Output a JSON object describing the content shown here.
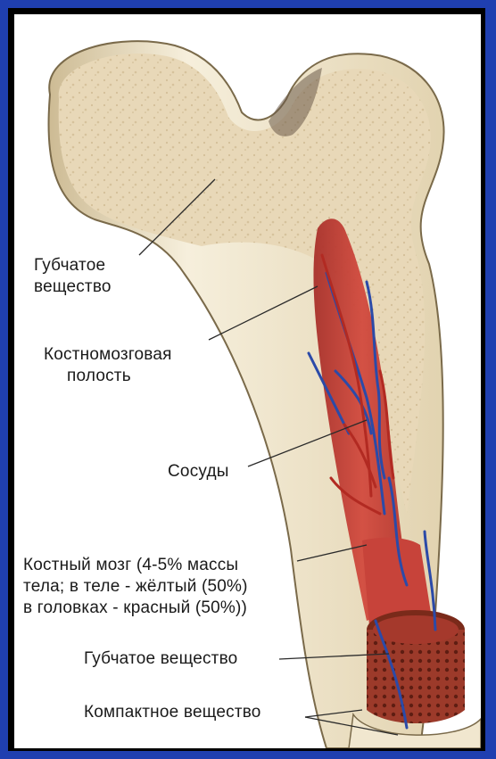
{
  "labels": {
    "spongy_top_line1": "Губчатое",
    "spongy_top_line2": "вещество",
    "cavity_line1": "Костномозговая",
    "cavity_line2": "полость",
    "vessels": "Сосуды",
    "marrow_line1": "Костный мозг (4-5% массы",
    "marrow_line2": "тела; в теле - жёлтый (50%)",
    "marrow_line3": "в головках - красный (50%))",
    "spongy_bottom": "Губчатое вещество",
    "compact": "Компактное вещество"
  },
  "colors": {
    "frame_blue": "#1f3fb0",
    "bone_spongy": "#e6d5b4",
    "bone_compact": "#f4eddb",
    "marrow_red": "#c8453c",
    "vessel_blue": "#2b4aa8",
    "vessel_red": "#b22a22"
  }
}
